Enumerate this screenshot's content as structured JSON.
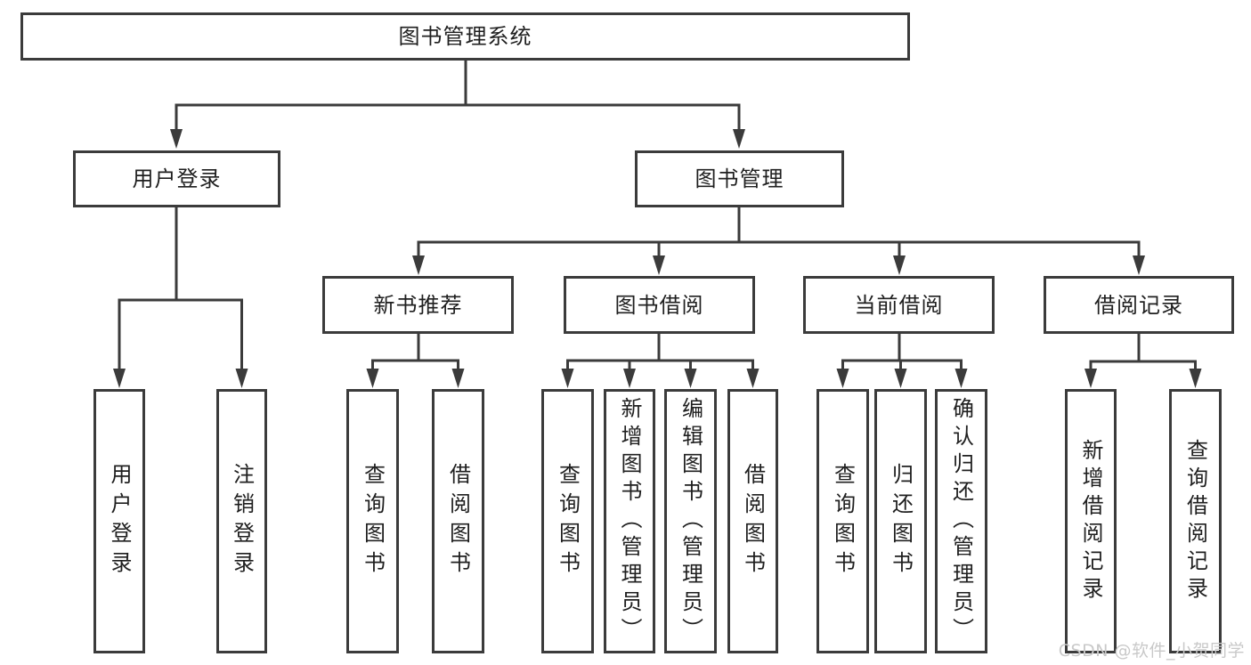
{
  "diagram_title": "图书管理系统",
  "colors": {
    "line": "#3b3b3b",
    "box_border": "#3b3b3b",
    "text": "#1f1f1f",
    "watermark": "#c9c9c9",
    "background": "#ffffff"
  },
  "nodes": {
    "root": {
      "label": "图书管理系统"
    },
    "user_login": {
      "label": "用户登录"
    },
    "book_mgmt": {
      "label": "图书管理"
    },
    "new_book_rec": {
      "label": "新书推荐"
    },
    "book_borrow": {
      "label": "图书借阅"
    },
    "current_borrow": {
      "label": "当前借阅"
    },
    "borrow_records": {
      "label": "借阅记录"
    },
    "leaf_user_login": {
      "label": "用户登录"
    },
    "leaf_logout": {
      "label": "注销登录"
    },
    "leaf_query_books_1": {
      "label": "查询图书"
    },
    "leaf_borrow_books_1": {
      "label": "借阅图书"
    },
    "leaf_query_books_2": {
      "label": "查询图书"
    },
    "leaf_add_books": {
      "label": "新增图书（管理员）"
    },
    "leaf_edit_books": {
      "label": "编辑图书（管理员）"
    },
    "leaf_borrow_books_2": {
      "label": "借阅图书"
    },
    "leaf_query_books_3": {
      "label": "查询图书"
    },
    "leaf_return_books": {
      "label": "归还图书"
    },
    "leaf_confirm_return": {
      "label": "确认归还（管理员）"
    },
    "leaf_add_record": {
      "label": "新增借阅记录"
    },
    "leaf_query_record": {
      "label": "查询借阅记录"
    }
  },
  "hierarchy": {
    "图书管理系统": {
      "用户登录": [
        "用户登录",
        "注销登录"
      ],
      "图书管理": {
        "新书推荐": [
          "查询图书",
          "借阅图书"
        ],
        "图书借阅": [
          "查询图书",
          "新增图书（管理员）",
          "编辑图书（管理员）",
          "借阅图书"
        ],
        "当前借阅": [
          "查询图书",
          "归还图书",
          "确认归还（管理员）"
        ],
        "借阅记录": [
          "新增借阅记录",
          "查询借阅记录"
        ]
      }
    }
  },
  "watermark": {
    "text": "CSDN @软件_小贺同学"
  }
}
